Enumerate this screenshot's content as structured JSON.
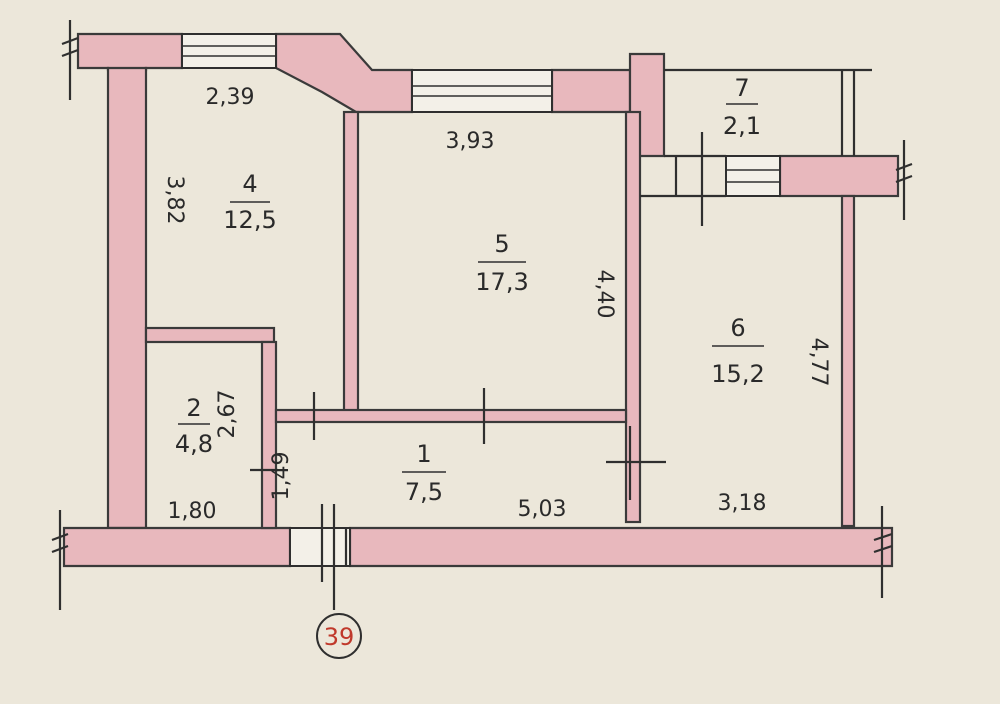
{
  "plan": {
    "rooms": [
      {
        "number": "1",
        "area": "7,5"
      },
      {
        "number": "2",
        "area": "4,8"
      },
      {
        "number": "4",
        "area": "12,5"
      },
      {
        "number": "5",
        "area": "17,3"
      },
      {
        "number": "6",
        "area": "15,2"
      },
      {
        "number": "7",
        "area": "2,1"
      }
    ],
    "dimensions": {
      "room4_width": "2,39",
      "room4_height": "3,82",
      "room5_width": "3,93",
      "room5_height": "4,40",
      "room6_height": "4,77",
      "room6_width": "3,18",
      "room1_width": "5,03",
      "room1_height": "1,49",
      "room2_width": "1,80",
      "room2_height": "2,67"
    },
    "marker": "39",
    "colors": {
      "wall": "#e8b8bd",
      "paper": "#ece7da",
      "marker": "#c0392b"
    }
  }
}
